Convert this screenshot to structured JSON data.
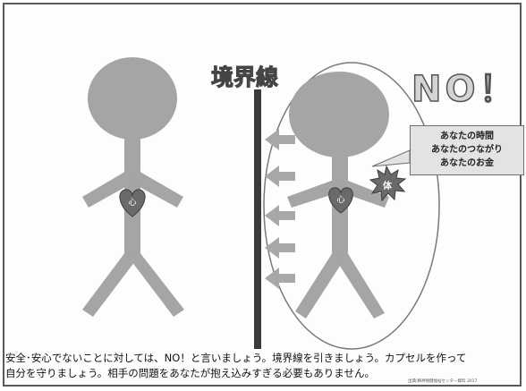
{
  "title": "境界線",
  "no_label": "NO！",
  "time_callout": {
    "lines": [
      "あなたの時間",
      "あなたのつながり",
      "あなたのお金"
    ]
  },
  "heart_label": "心",
  "body_label": "体",
  "caption": {
    "line1": "安全･安心でないことに対しては、NO！と言いましょう。境界線を引きましょう。カプセルを作って",
    "line2": "自分を守りましょう。相手の問題をあなたが抱え込みすぎる必要もありません。"
  },
  "credit": "出典:精神保健福祉センター資料 2017"
}
